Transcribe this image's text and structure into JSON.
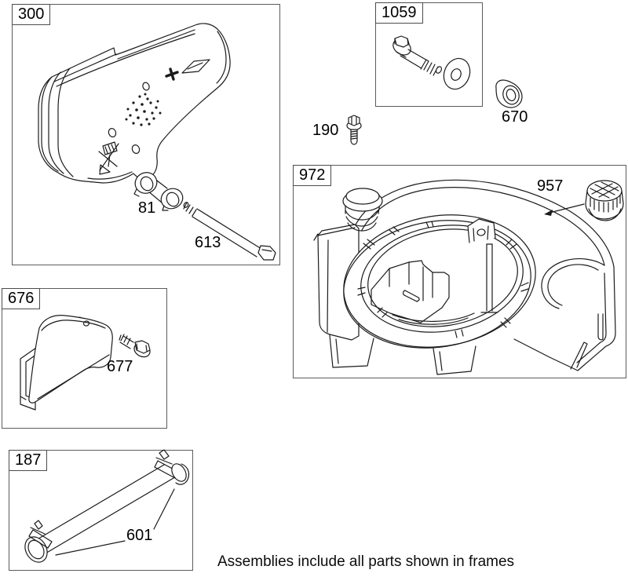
{
  "frames": {
    "muffler_300": {
      "label": "300"
    },
    "screw_washer_1059": {
      "label": "1059"
    },
    "blower_housing_972": {
      "label": "972"
    },
    "muffler_guard_676": {
      "label": "676"
    },
    "fuel_line_187": {
      "label": "187"
    }
  },
  "part_labels": {
    "muffler_gasket": "81",
    "muffler_screw": "613",
    "spacer": "670",
    "bolt": "190",
    "fuel_cap": "957",
    "guard_screw": "677",
    "hose_clamp": "601"
  },
  "footer": {
    "note": "Assemblies include all parts shown in frames"
  },
  "colors": {
    "line": "#1b1b1b",
    "frame_border": "#5c5c5c",
    "label_text": "#000000",
    "background": "#ffffff"
  }
}
